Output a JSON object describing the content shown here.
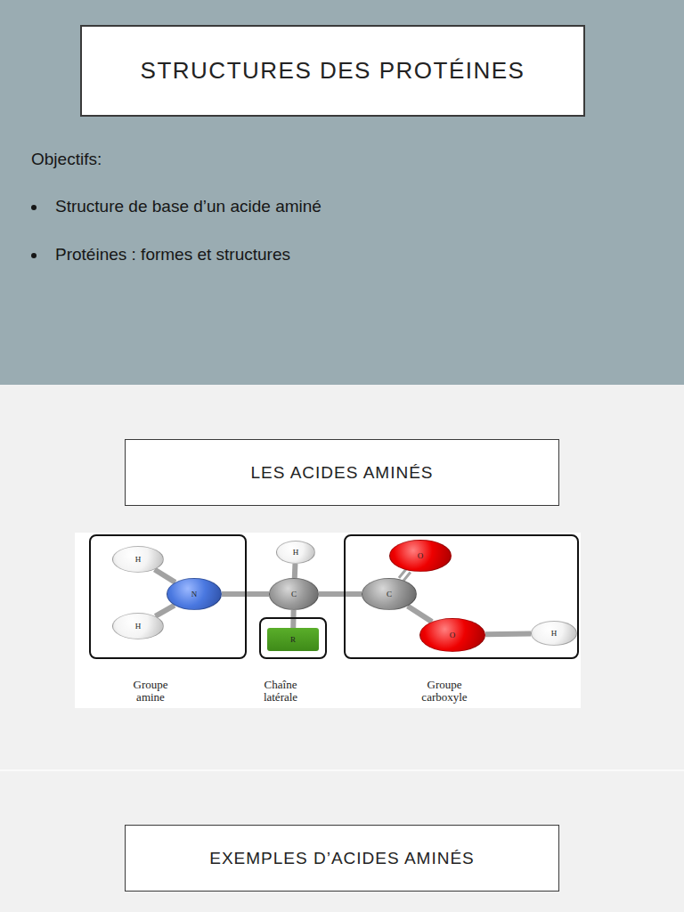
{
  "diagram": {
    "nodes": [
      {
        "text": [
          "STRUCTURES DES PROTÉINES"
        ]
      },
      {
        "text": [
          "LES ACIDES AMINÉS"
        ]
      },
      {
        "text": [
          "Groupe amine"
        ]
      },
      {
        "text": [
          "H"
        ],
        "in": 2
      },
      {
        "text": [
          "N"
        ],
        "in": 2
      },
      {
        "text": [
          "H"
        ],
        "in": 2
      },
      {
        "text": [
          "H"
        ]
      },
      {
        "text": [
          "C"
        ]
      },
      {
        "text": [
          "Chaîne latérale"
        ]
      },
      {
        "text": [
          "R"
        ],
        "in": 8
      },
      {
        "text": [
          "Groupe carboxyle"
        ]
      },
      {
        "text": [
          "O"
        ],
        "in": 10
      },
      {
        "text": [
          "C"
        ],
        "in": 10
      },
      {
        "text": [
          "O"
        ],
        "in": 10
      },
      {
        "text": [
          "H"
        ],
        "in": 10
      },
      {
        "text": [
          "EXEMPLES D’ACIDES AMINÉS"
        ]
      }
    ],
    "edges": [
      {
        "from": 3,
        "to": 4,
        "arrow": "none"
      },
      {
        "from": 5,
        "to": 4,
        "arrow": "none"
      },
      {
        "from": 4,
        "to": 7,
        "arrow": "none"
      },
      {
        "from": 6,
        "to": 7,
        "arrow": "none"
      },
      {
        "from": 7,
        "to": 9,
        "arrow": "none"
      },
      {
        "from": 7,
        "to": 12,
        "arrow": "none"
      },
      {
        "from": 12,
        "to": 11,
        "arrow": "none"
      },
      {
        "from": 12,
        "to": 13,
        "arrow": "none"
      },
      {
        "from": 13,
        "to": 14,
        "arrow": "none"
      }
    ],
    "labels": [
      "Objectifs:",
      "Structure de base d’un acide aminé",
      "Protéines : formes et structures"
    ]
  }
}
